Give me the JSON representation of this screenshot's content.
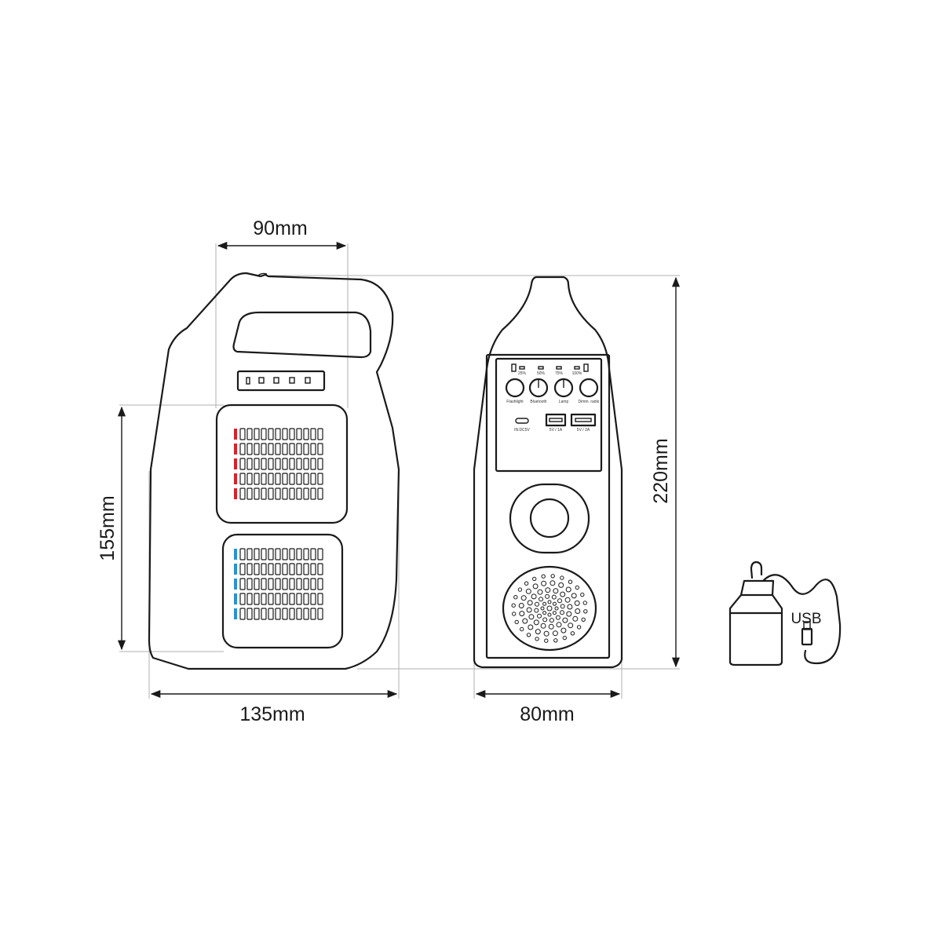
{
  "dimensions": {
    "top_width": "90mm",
    "left_height": "155mm",
    "bottom_width_front": "135mm",
    "bottom_width_side": "80mm",
    "right_height": "220mm"
  },
  "side_panel": {
    "battery_levels": [
      "25%",
      "50%",
      "75%",
      "100%"
    ],
    "buttons": [
      "Flashlight",
      "Bluetooth",
      "Lamp",
      "Dimm. radio"
    ],
    "ports": [
      "IN:DC5V",
      "5V / 1A",
      "5V / 2A"
    ]
  },
  "accessory": {
    "usb_label": "USB"
  },
  "colors": {
    "led_red": "#d6222a",
    "led_blue": "#2a93cf",
    "line": "#1a1a1a",
    "guide": "#b0b0b0"
  },
  "icons": [
    "arrow-icon",
    "battery-icon",
    "usb-plug-icon",
    "hook-icon",
    "bulb-icon"
  ]
}
